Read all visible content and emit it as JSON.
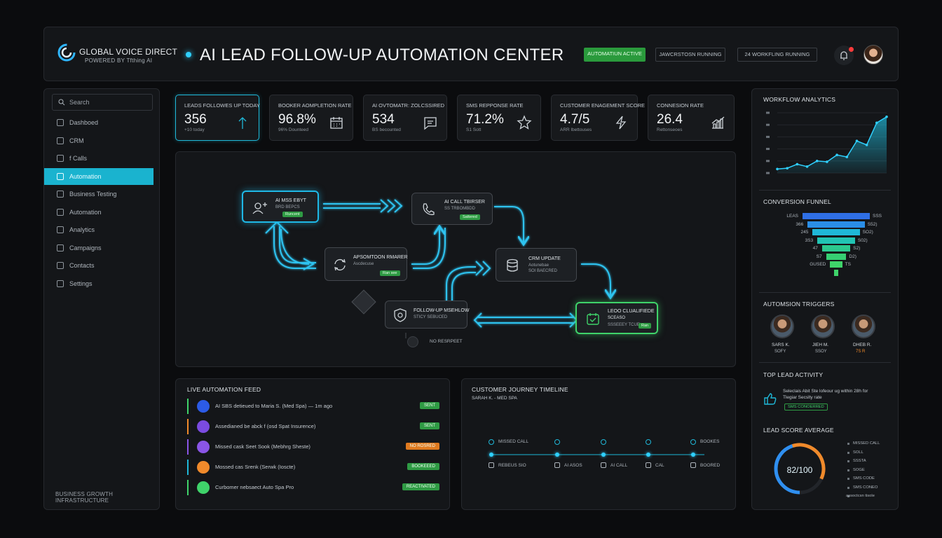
{
  "header": {
    "brand": "GLOBAL VOICE DIRECT",
    "brand_sub": "POWERED BY Tfthing AI",
    "title": "AI LEAD FOLLOW-UP AUTOMATION CENTER",
    "status_active": "AUTOMATIUN ACTIVE",
    "status_running": "JAWCRSTOSN RUNNING",
    "status_workflows": "24 WORKFLING RUNNING"
  },
  "sidebar": {
    "search_placeholder": "Search",
    "items": [
      {
        "label": "Dashboed",
        "icon": "dashboard-icon"
      },
      {
        "label": "CRM",
        "icon": "crm-icon"
      },
      {
        "label": "f Calls",
        "icon": "phone-icon"
      },
      {
        "label": "Automation",
        "icon": "automation-icon",
        "active": true
      },
      {
        "label": "Business Testing",
        "icon": "globe-icon"
      },
      {
        "label": "Automation",
        "icon": "bolt-icon"
      },
      {
        "label": "Analytics",
        "icon": "analytics-icon"
      },
      {
        "label": "Campaigns",
        "icon": "campaign-icon"
      },
      {
        "label": "Contacts",
        "icon": "contacts-icon"
      },
      {
        "label": "Settings",
        "icon": "settings-icon"
      }
    ],
    "footer": "BUSINESS GROWTH INFRASTRUCTURE"
  },
  "kpis": [
    {
      "label": "LEADS FOLLOWES UP TODAY",
      "value": "356",
      "sub": "+10 today",
      "icon": "arrow-up-icon"
    },
    {
      "label": "BOOKER AOMPLETION RATE",
      "value": "96.8%",
      "sub": "96% Dounteed",
      "icon": "calendar-icon"
    },
    {
      "label": "AI OVTOMATR: ZOLCSSIRED",
      "value": "534",
      "sub": "BS becounted",
      "icon": "message-icon"
    },
    {
      "label": "SMS REPPONSE RATE",
      "value": "71.2%",
      "sub": "S1 Sott",
      "icon": "star-icon"
    },
    {
      "label": "CUSTOMER ENAGEMENT SCORE",
      "value": "4.7/5",
      "sub": "ARR lbettouses",
      "icon": "lightning-icon"
    },
    {
      "label": "CONNESION RATE",
      "value": "26.4",
      "sub": "Rettonseoes",
      "icon": "bar-chart-icon"
    }
  ],
  "flow": {
    "n1": {
      "title": "AI MSS EBYT",
      "sub": "BRD BEPCS",
      "badge": "Runcent"
    },
    "n2": {
      "title": "AI CALL TBIRSER",
      "sub": "SS TRBOMBDD",
      "badge": "Sattered"
    },
    "n3": {
      "title": "APSOMTOON RMARER",
      "sub": "Ascdecuse",
      "badge": "Ran see"
    },
    "n4": {
      "title": "CRM UPDATE",
      "sub1": "Aotunebae",
      "sub2": "SOI BAECRED"
    },
    "n5": {
      "title": "FOLLOW-UP MSEHLOW",
      "sub": "STICY SEBUCED"
    },
    "n6": {
      "title": "LEOO CLUALIFIEDE",
      "sub1": "SCEASO",
      "sub2": "SSSEEEY TCUE",
      "badge": "Ran"
    },
    "end_label": "NO RESRPEET"
  },
  "feed": {
    "title": "LIVE AUTOMATION FEED",
    "rows": [
      {
        "text": "AI SBS detieued to Maria S. (Med Spa) — 1m ago",
        "status": "SENT",
        "color": "#2f9b44",
        "bar": "#3fd36a",
        "icon_color": "#2c5be6"
      },
      {
        "text": "Assedianed be abck f (osd Spat Insurence)",
        "status": "SENT",
        "color": "#2f9b44",
        "bar": "#f08a2b",
        "icon_color": "#7a4be0"
      },
      {
        "text": "Missed cask Seet Sook (Mebhrg Sheste)",
        "status": "NO ROSRED",
        "color": "#e07a1f",
        "bar": "#8a55e6",
        "icon_color": "#8a55e6"
      },
      {
        "text": "Mossed cas Srenk (Serwk (Ioscte)",
        "status": "BOOKEEED",
        "color": "#2f9b44",
        "bar": "#1fb8d8",
        "icon_color": "#f08a2b"
      },
      {
        "text": "Curbomer nebsaect Auto Spa Pro",
        "status": "REACTIVATED",
        "color": "#2f9b44",
        "bar": "#3fd36a",
        "icon_color": "#3fd36a"
      }
    ]
  },
  "journey": {
    "title": "CUSTOMER JOURNEY TIMELINE",
    "sub": "SARAH K. - MED SPA",
    "top_labels": [
      "MISSED CALL",
      "",
      "",
      "",
      "BOOKES"
    ],
    "bottom_labels": [
      "REBEUS SIO",
      "AI ASOS",
      "AI CALL",
      "CAL",
      "BOORED"
    ]
  },
  "analytics": {
    "title": "WORKFLOW ANALYTICS",
    "values": [
      10,
      12,
      22,
      16,
      30,
      28,
      45,
      40,
      80,
      70,
      125,
      140
    ]
  },
  "funnel": {
    "title": "CONVERSION FUNNEL",
    "rows": [
      {
        "label": "LEAS",
        "value": "SSS",
        "pct": 1.0,
        "color": "#2f6fe6"
      },
      {
        "label": "366",
        "value": "S52)",
        "pct": 0.85,
        "color": "#2a8ee6"
      },
      {
        "label": "245",
        "value": "SO2)",
        "pct": 0.7,
        "color": "#1fb8d8"
      },
      {
        "label": "3S3",
        "value": "S02)",
        "pct": 0.56,
        "color": "#21c4b3"
      },
      {
        "label": "47",
        "value": "S2)",
        "pct": 0.42,
        "color": "#2cc98e"
      },
      {
        "label": "S7",
        "value": "D2)",
        "pct": 0.3,
        "color": "#36cf72"
      },
      {
        "label": "GUSED",
        "value": "TS",
        "pct": 0.18,
        "color": "#3fd36a"
      },
      {
        "label": "",
        "value": "",
        "pct": 0.07,
        "color": "#3fd36a"
      }
    ]
  },
  "triggers": {
    "title": "AUTOMSION TRIGGERS",
    "people": [
      {
        "name": "SARS K.",
        "score": "SOFY",
        "color": "#aeb5bc"
      },
      {
        "name": "JIEH M.",
        "score": "SSOY",
        "color": "#aeb5bc"
      },
      {
        "name": "DHEB R.",
        "score": "7S R",
        "color": "#f08a2b"
      }
    ]
  },
  "top_activity": {
    "title": "TOP LEAD ACTIVITY",
    "line1": "Seleclais Abit Ste lofeour ug within 28h for",
    "line2": "Tlegiar Secslty rate",
    "badge": "SMS CONOERRED"
  },
  "lead_score": {
    "title": "LEAD SCORE AVERAGE",
    "value": "82/100",
    "pct": 0.82,
    "legend": [
      "MISSED CALL",
      "SOLL",
      "SSSTA",
      "SOGE",
      "SMS CODE",
      "SMS CONEO",
      "assoctcsn tisole"
    ]
  },
  "colors": {
    "accent": "#1fb8d8",
    "green": "#3fd36a",
    "orange": "#f08a2b"
  }
}
